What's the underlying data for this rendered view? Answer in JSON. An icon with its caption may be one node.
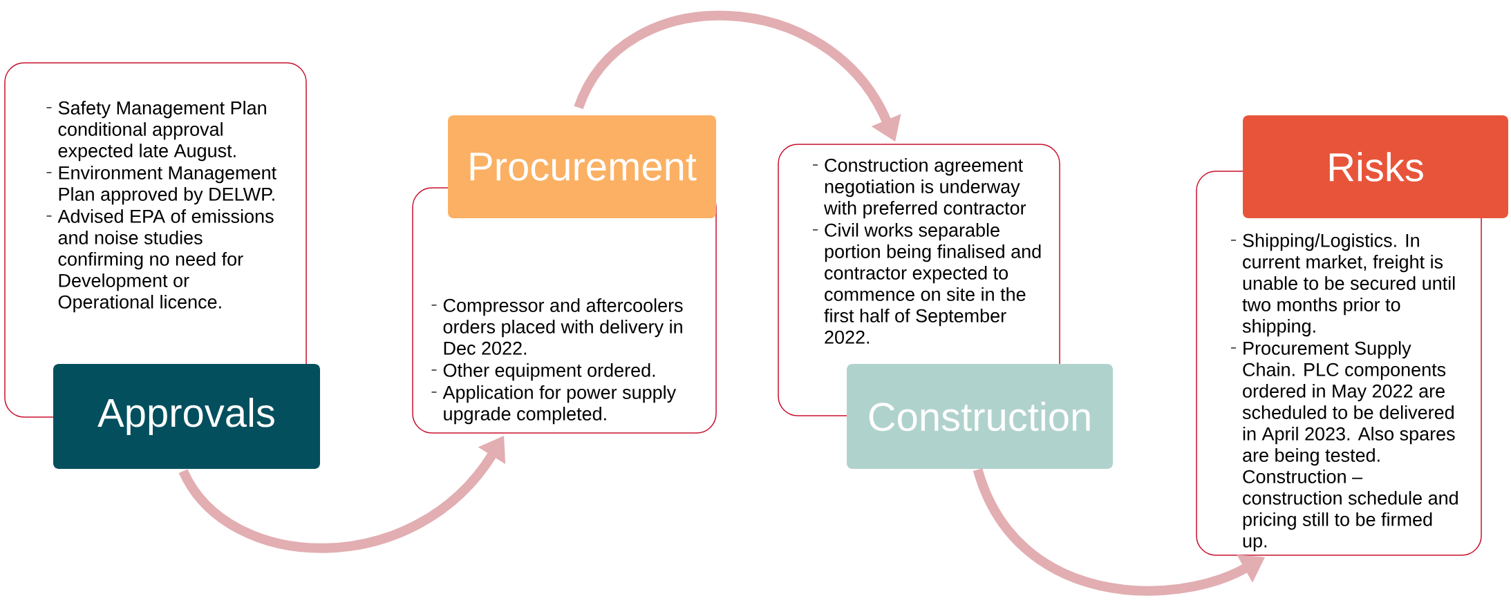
{
  "diagram": {
    "nodes": [
      {
        "text": [
          "Safety Management Plan conditional approval expected late August.",
          "Environment Management Plan approved by DELWP.",
          "Advised EPA of emissions and noise studies confirming no need for Development or Operational licence."
        ]
      },
      {
        "text": [
          "Approvals"
        ]
      },
      {
        "text": [
          "Procurement"
        ]
      },
      {
        "text": [
          "Compressor and aftercoolers orders placed with delivery in Dec 2022.",
          "Other equipment ordered.",
          "Application for power supply upgrade completed."
        ]
      },
      {
        "text": [
          "Construction agreement negotiation is underway with preferred contractor",
          "Civil works separable portion being finalised and contractor expected to commence on site in the first half of September 2022."
        ]
      },
      {
        "text": [
          "Construction"
        ]
      },
      {
        "text": [
          "Risks"
        ]
      },
      {
        "text": [
          "Shipping/Logistics. In current market, freight is unable to be secured until two months prior to shipping.",
          "Procurement Supply Chain. PLC components ordered in May 2022 are scheduled to be delivered in April 2023. Also spares are being tested. Construction – construction schedule and pricing still to be firmed up."
        ]
      }
    ],
    "edges": [
      {
        "from": 1,
        "to": 3,
        "arrow": "to"
      },
      {
        "from": 2,
        "to": 4,
        "arrow": "to"
      },
      {
        "from": 5,
        "to": 7,
        "arrow": "to"
      }
    ]
  }
}
